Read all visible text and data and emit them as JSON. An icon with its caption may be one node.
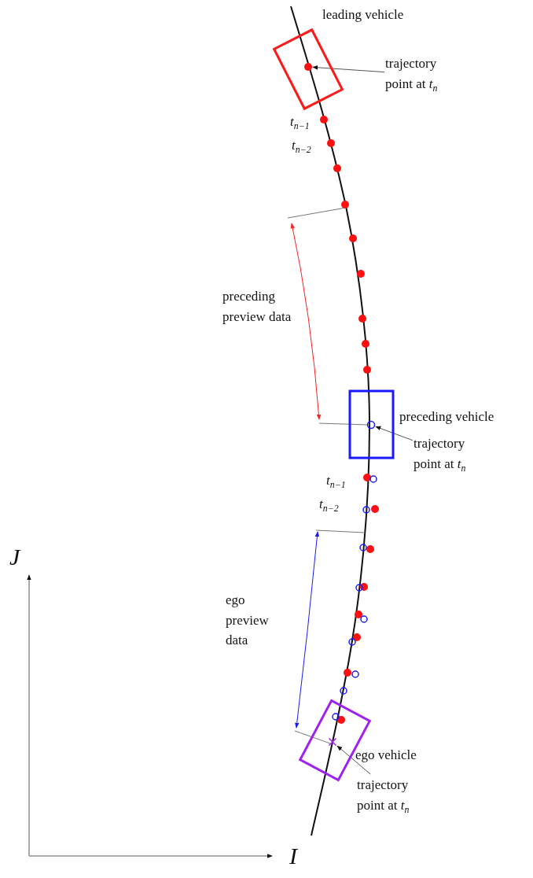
{
  "diagram": {
    "nodes": [
      {
        "text": [
          "leading vehicle"
        ]
      },
      {
        "text": [],
        "shape": "circle",
        "in": 0
      },
      {
        "text": [
          "trajectory point at *t*$_{n}$"
        ]
      },
      {
        "text": [
          "preceding vehicle"
        ]
      },
      {
        "text": [],
        "shape": "circle",
        "in": 3
      },
      {
        "text": [
          "trajectory point at *t*$_{n}$"
        ]
      },
      {
        "text": [
          "ego vehicle"
        ]
      },
      {
        "text": [],
        "shape": "cross",
        "in": 6
      },
      {
        "text": [
          "trajectory point at *t*$_{n}$"
        ]
      }
    ],
    "edges": [
      {
        "from": 2,
        "to": 1,
        "arrow": "to"
      },
      {
        "from": 5,
        "to": 4,
        "arrow": "to"
      },
      {
        "from": 8,
        "to": 7,
        "arrow": "to"
      }
    ],
    "labels": [
      "*t*$_{n−1}$",
      "*t*$_{n−2}$",
      "preceding preview data",
      "*t*$_{n−1}$",
      "*t*$_{n−2}$",
      "J",
      "ego preview data",
      "I"
    ]
  }
}
